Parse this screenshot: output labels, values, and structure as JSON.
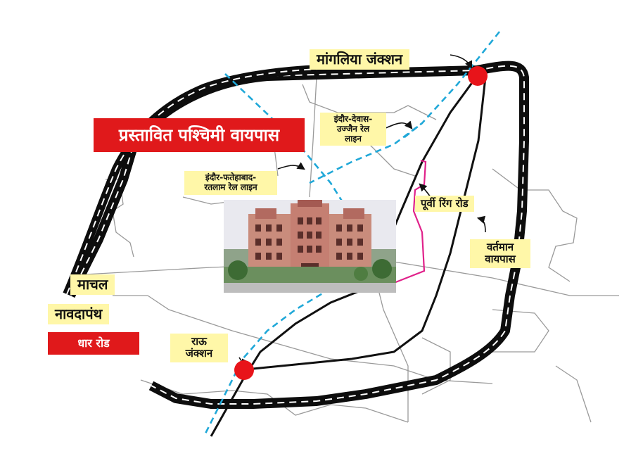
{
  "title": "प्रस्तावित पश्चिमी वायपास",
  "labels": {
    "mangliya_junction": "मांगलिया जंक्शन",
    "indore_dewas_line": [
      "इंदौर-देवास-",
      "उज्जैन रेल",
      "लाइन"
    ],
    "indore_fatehabad_line": [
      "इंदौर-फतेहाबाद-",
      "रतलाम रेल लाइन"
    ],
    "eastern_ring_road": "पूर्वी रिंग रोड",
    "current_bypass": [
      "वर्तमान",
      "वायपास"
    ],
    "machal": "माचल",
    "navdapanth": "नावदापंथ",
    "dhar_road": "धार रोड",
    "rau_junction": [
      "राऊ",
      "जंक्शन"
    ]
  },
  "colors": {
    "road": "#0d0d0d",
    "road_center": "#ffffff",
    "rail": "#20a8d8",
    "ring_road": "#e0218a",
    "junction": "#e8141a",
    "label_bg": "#fff7a8",
    "banner": "#e0191b"
  },
  "icons": {
    "junction_marker": "red-circle",
    "palace_image": "rajwada-palace"
  }
}
